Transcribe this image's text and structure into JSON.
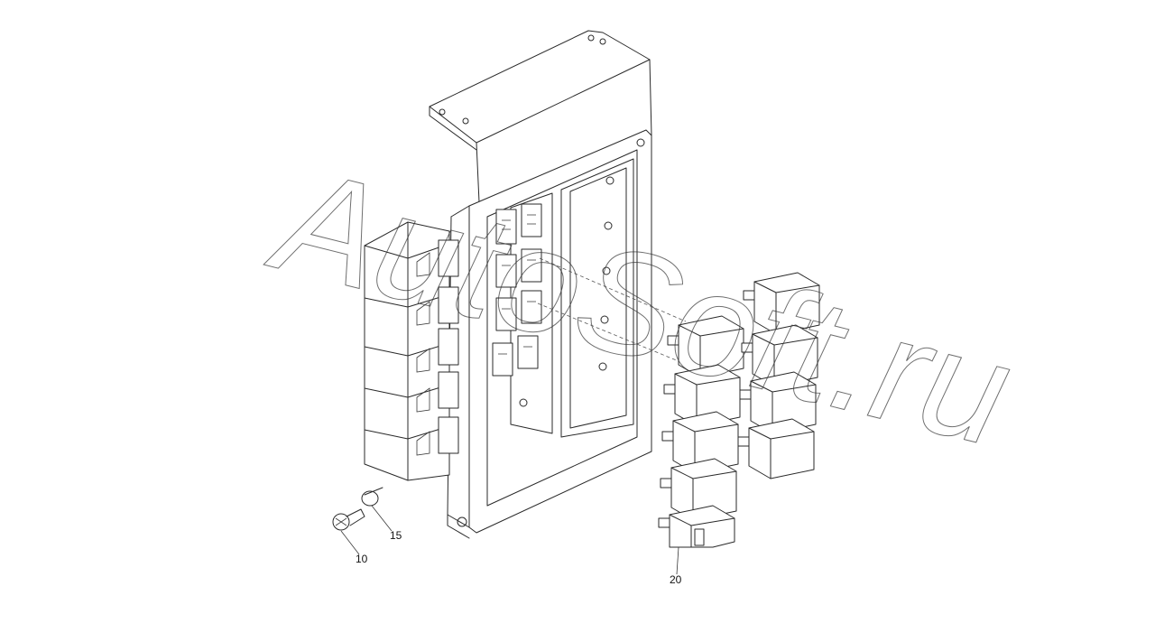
{
  "diagram": {
    "callouts": {
      "c10": "10",
      "c15": "15",
      "c20": "20"
    },
    "watermark": "AutoSoft.ru",
    "line_color": "#2a2a2a"
  }
}
